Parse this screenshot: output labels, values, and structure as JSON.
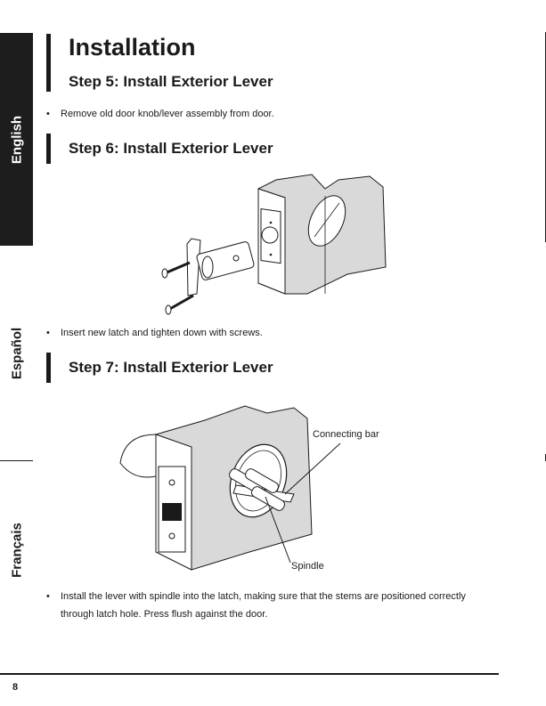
{
  "sidebar": {
    "english": "English",
    "espanol": "Español",
    "francais": "Français"
  },
  "title": "Installation",
  "steps": [
    {
      "heading": "Step 5: Install Exterior Lever",
      "bullet": "Remove old door knob/lever assembly from door."
    },
    {
      "heading": "Step 6: Install Exterior Lever",
      "bullet": "Insert new latch and tighten down with screws."
    },
    {
      "heading": "Step 7: Install Exterior Lever",
      "bullet": "Install the lever with spindle into the latch, making sure that the stems are positioned correctly through latch hole. Press flush against the door."
    }
  ],
  "figure7": {
    "connecting_bar_label": "Connecting bar",
    "spindle_label": "Spindle"
  },
  "page_number": "8",
  "colors": {
    "dark": "#1d1d1d",
    "shade": "#d9d9d9"
  }
}
